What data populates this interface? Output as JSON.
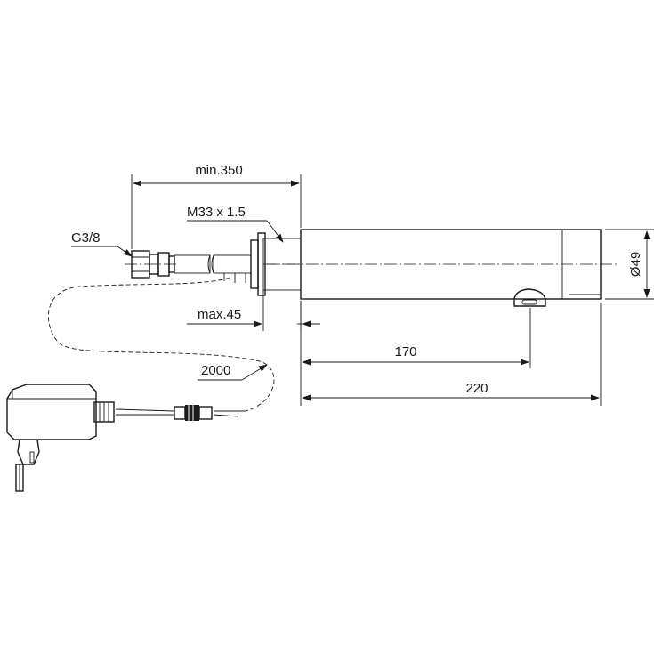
{
  "dimensions": {
    "min_length": "min.350",
    "thread": "M33 x 1.5",
    "connection": "G3/8",
    "max_wall": "max.45",
    "cable_length": "2000",
    "sensor_distance": "170",
    "total_length": "220",
    "diameter": "Ø49"
  }
}
